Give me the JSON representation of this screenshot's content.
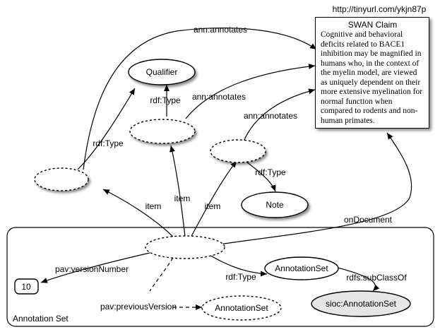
{
  "url": "http://tinyurl.com/ykjn87p",
  "swan_claim": {
    "title": "SWAN Claim",
    "text": "Cognitive and behavioral deficits related to BACE1 inhibition may be magnified in humans who, in the context of the myelin model, are viewed as uniquely dependent on their more extensive myelination for normal function when compared to rodents and non-human primates."
  },
  "nodes": {
    "qualifier": "Qualifier",
    "note": "Note",
    "annotation_set_class": "AnnotationSet",
    "sioc_annotation_set": "sioc:AnnotationSet",
    "previous_annotation_set": "AnnotationSet",
    "version_number": "10"
  },
  "edge_labels": {
    "annotates_top": "ann:annotates",
    "annotates_mid": "ann:annotates",
    "annotates_low": "ann:annotates",
    "type_left": "rdf:Type",
    "type_qualifier": "rdf:Type",
    "type_note": "rdf:Type",
    "type_set": "rdf:Type",
    "item_left": "item",
    "item_mid": "item",
    "item_right": "item",
    "on_document": "onDocument",
    "version_number": "pav:versionNumber",
    "previous_version": "pav:previousVersion",
    "sub_class_of": "rdfs:subClassOf"
  },
  "container_label": "Annotation Set"
}
